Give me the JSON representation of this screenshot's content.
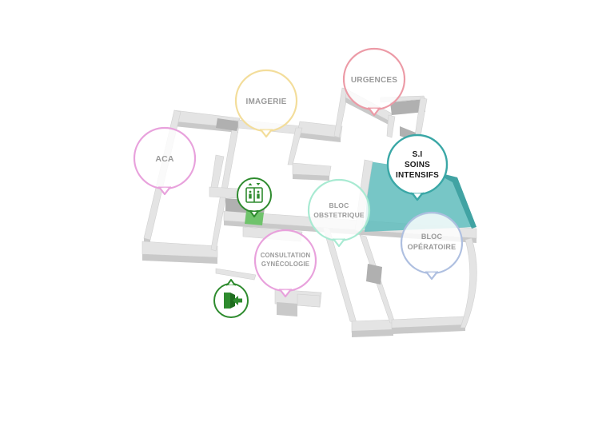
{
  "map": {
    "zones": [
      {
        "id": "aca",
        "label": "ACA",
        "color": "#e8a1dc",
        "text_color": "#9a9a9a"
      },
      {
        "id": "imagerie",
        "label": "IMAGERIE",
        "color": "#f3dd9a",
        "text_color": "#9a9a9a"
      },
      {
        "id": "urgences",
        "label": "URGENCES",
        "color": "#ec9aa6",
        "text_color": "#9a9a9a"
      },
      {
        "id": "soins-intensifs",
        "label_lines": [
          "S.I",
          "SOINS",
          "INTENSIFS"
        ],
        "color": "#3aa7a6",
        "text_color": "#1a1a1a",
        "highlighted": true
      },
      {
        "id": "bloc-obstetrique",
        "label_lines": [
          "BLOC",
          "OBSTETRIQUE"
        ],
        "color": "#a8ead2",
        "text_color": "#9a9a9a"
      },
      {
        "id": "bloc-operatoire",
        "label_lines": [
          "BLOC",
          "OPÉRATOIRE"
        ],
        "color": "#aebfe0",
        "text_color": "#9a9a9a"
      },
      {
        "id": "consultation-gynecologie",
        "label_lines": [
          "CONSULTATION",
          "GYNÉCOLOGIE"
        ],
        "color": "#e8a1dc",
        "text_color": "#9a9a9a"
      }
    ],
    "icons": [
      {
        "id": "elevator",
        "name": "elevator-icon",
        "color": "#2e8b2e"
      },
      {
        "id": "exit",
        "name": "exit-icon",
        "color": "#2e8b2e"
      }
    ],
    "highlight_color": "#5fbcbc"
  }
}
